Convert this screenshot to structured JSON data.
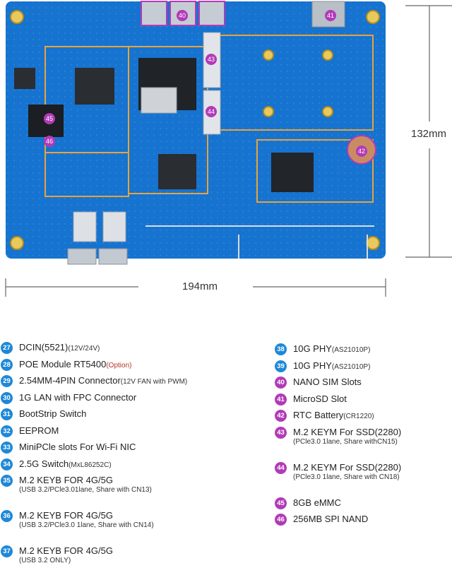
{
  "dimensions": {
    "height": "132mm",
    "width": "194mm"
  },
  "board_markers": [
    {
      "number": "40",
      "color": "purple"
    },
    {
      "number": "41",
      "color": "purple"
    },
    {
      "number": "42",
      "color": "purple"
    },
    {
      "number": "43",
      "color": "purple"
    },
    {
      "number": "44",
      "color": "purple"
    },
    {
      "number": "45",
      "color": "purple"
    },
    {
      "number": "46",
      "color": "purple"
    }
  ],
  "legend_left": [
    {
      "num": "27",
      "color": "#1e88d8",
      "label": "DCIN(5521)",
      "note": "(12V/24V)",
      "sub": ""
    },
    {
      "num": "28",
      "color": "#1e88d8",
      "label": "POE Module RT5400",
      "note": "(Option)",
      "note_red": true,
      "sub": ""
    },
    {
      "num": "29",
      "color": "#1e88d8",
      "label": "2.54MM-4PIN Connector",
      "note": "(12V FAN with PWM)",
      "sub": ""
    },
    {
      "num": "30",
      "color": "#1e88d8",
      "label": "1G LAN with FPC Connector",
      "note": "",
      "sub": ""
    },
    {
      "num": "31",
      "color": "#1e88d8",
      "label": "BootStrip Switch",
      "note": "",
      "sub": ""
    },
    {
      "num": "32",
      "color": "#1e88d8",
      "label": "EEPROM",
      "note": "",
      "sub": ""
    },
    {
      "num": "33",
      "color": "#1e88d8",
      "label": "MiniPCle slots For Wi-Fi NIC",
      "note": "",
      "sub": ""
    },
    {
      "num": "34",
      "color": "#1e88d8",
      "label": "2.5G Switch",
      "note": "(MxL86252C)",
      "sub": ""
    },
    {
      "num": "35",
      "color": "#1e88d8",
      "label": "M.2 KEYB FOR 4G/5G",
      "note": "",
      "sub": "(USB 3.2/PCle3.01lane, Share with CN13)"
    },
    {
      "num": "36",
      "color": "#1e88d8",
      "label": "M.2 KEYB FOR 4G/5G",
      "note": "",
      "sub": "(USB 3.2/PCle3.0 1lane, Share with CN14)"
    },
    {
      "num": "37",
      "color": "#1e88d8",
      "label": "M.2 KEYB FOR 4G/5G",
      "note": "",
      "sub": "(USB 3.2 ONLY)"
    }
  ],
  "legend_right": [
    {
      "num": "38",
      "color": "#1e88d8",
      "label": "10G PHY",
      "note": "(AS21010P)",
      "sub": ""
    },
    {
      "num": "39",
      "color": "#1e88d8",
      "label": "10G PHY",
      "note": "(AS21010P)",
      "sub": ""
    },
    {
      "num": "40",
      "color": "#b23ab8",
      "label": "NANO SIM Slots",
      "note": "",
      "sub": ""
    },
    {
      "num": "41",
      "color": "#b23ab8",
      "label": "MicroSD Slot",
      "note": "",
      "sub": ""
    },
    {
      "num": "42",
      "color": "#b23ab8",
      "label": "RTC Battery",
      "note": "(CR1220)",
      "sub": ""
    },
    {
      "num": "43",
      "color": "#b23ab8",
      "label": "M.2 KEYM For SSD(2280)",
      "note": "",
      "sub": "(PCle3.0 1lane, Share withCN15)"
    },
    {
      "num": "44",
      "color": "#b23ab8",
      "label": "M.2 KEYM For SSD(2280)",
      "note": "",
      "sub": "(PCle3.0 1lane, Share with CN18)"
    },
    {
      "num": "45",
      "color": "#b23ab8",
      "label": "8GB eMMC",
      "note": "",
      "sub": ""
    },
    {
      "num": "46",
      "color": "#b23ab8",
      "label": "256MB SPI NAND",
      "note": "",
      "sub": ""
    }
  ]
}
